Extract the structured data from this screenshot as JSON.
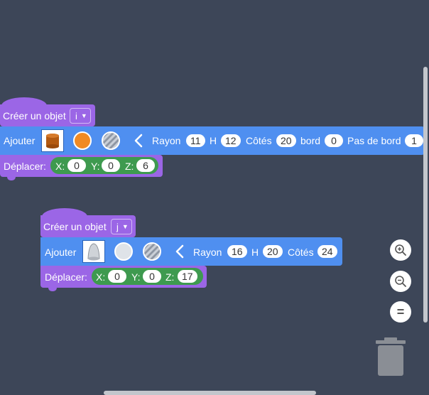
{
  "blocks": [
    {
      "create": {
        "label": "Créer un objet",
        "var": "i"
      },
      "add": {
        "label": "Ajouter",
        "shape_icon": "cylinder-icon",
        "color": "#f08a24",
        "fields": [
          {
            "label": "Rayon",
            "value": "11"
          },
          {
            "label": "H",
            "value": "12"
          },
          {
            "label": "Côtés",
            "value": "20"
          },
          {
            "label": "bord",
            "value": "0"
          },
          {
            "label": "Pas de bord",
            "value": "1"
          }
        ]
      },
      "move": {
        "label": "Déplacer:",
        "x_label": "X:",
        "x": "0",
        "y_label": "Y:",
        "y": "0",
        "z_label": "Z:",
        "z": "6"
      }
    },
    {
      "create": {
        "label": "Créer un objet",
        "var": "j"
      },
      "add": {
        "label": "Ajouter",
        "shape_icon": "paraboloid-icon",
        "color": "#dfe3e8",
        "fields": [
          {
            "label": "Rayon",
            "value": "16"
          },
          {
            "label": "H",
            "value": "20"
          },
          {
            "label": "Côtés",
            "value": "24"
          }
        ]
      },
      "move": {
        "label": "Déplacer:",
        "x_label": "X:",
        "x": "0",
        "y_label": "Y:",
        "y": "0",
        "z_label": "Z:",
        "z": "17"
      }
    }
  ],
  "zoom_controls": {
    "reset_label": "="
  },
  "colors": {
    "workspace": "#3d4658",
    "control_block": "#9b66e6",
    "shape_block": "#4f8ff0",
    "position_block": "#3e9a4f"
  }
}
